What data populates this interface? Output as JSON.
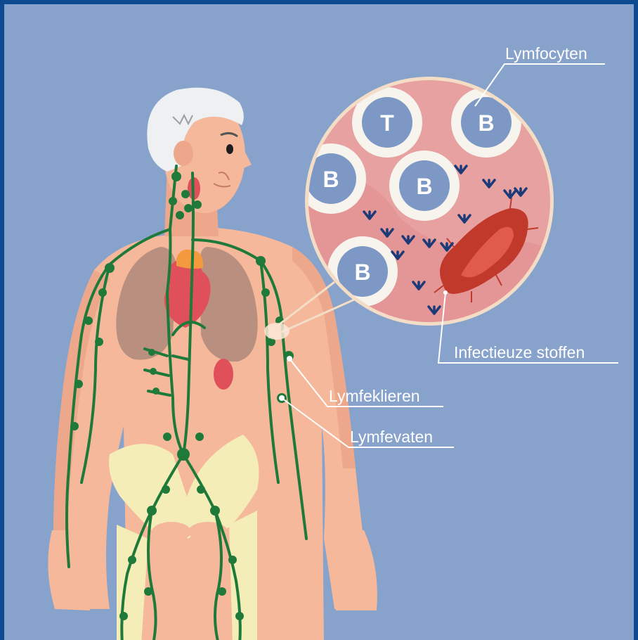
{
  "labels": {
    "lymphocytes": "Lymfocyten",
    "infectious": "Infectieuze stoffen",
    "nodes": "Lymfeklieren",
    "vessels": "Lymfevaten"
  },
  "cell_letters": {
    "t": "T",
    "b": "B"
  },
  "colors": {
    "background": "#87a2cb",
    "border": "#0d4a8f",
    "skin": "#f5b89b",
    "lymph": "#1f7a3a",
    "lungs": "#b9907f",
    "heart": "#e0505a",
    "bone": "#f5edb8",
    "zoom_fill": "#e7a1a0",
    "antibody": "#1c3a78",
    "pathogen": "#c0392b"
  }
}
